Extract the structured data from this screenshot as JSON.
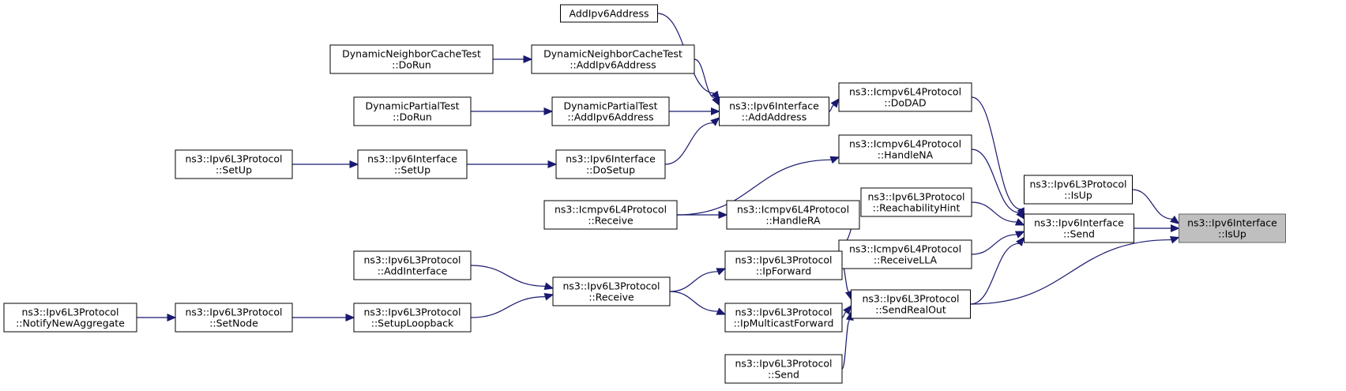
{
  "graph": {
    "nodes": [
      {
        "id": "isup",
        "lines": [
          "ns3::Ipv6Interface",
          "::IsUp"
        ],
        "focus": true
      },
      {
        "id": "l3_isup",
        "lines": [
          "ns3::Ipv6L3Protocol",
          "::IsUp"
        ]
      },
      {
        "id": "send",
        "lines": [
          "ns3::Ipv6Interface",
          "::Send"
        ]
      },
      {
        "id": "sendrealout",
        "lines": [
          "ns3::Ipv6L3Protocol",
          "::SendRealOut"
        ]
      },
      {
        "id": "dodad",
        "lines": [
          "ns3::Icmpv6L4Protocol",
          "::DoDAD"
        ]
      },
      {
        "id": "handlena",
        "lines": [
          "ns3::Icmpv6L4Protocol",
          "::HandleNA"
        ]
      },
      {
        "id": "reachhint",
        "lines": [
          "ns3::Ipv6L3Protocol",
          "::ReachabilityHint"
        ]
      },
      {
        "id": "receivella",
        "lines": [
          "ns3::Icmpv6L4Protocol",
          "::ReceiveLLA"
        ]
      },
      {
        "id": "ipforward",
        "lines": [
          "ns3::Ipv6L3Protocol",
          "::IpForward"
        ]
      },
      {
        "id": "ipmcast",
        "lines": [
          "ns3::Ipv6L3Protocol",
          "::IpMulticastForward"
        ]
      },
      {
        "id": "l3send",
        "lines": [
          "ns3::Ipv6L3Protocol",
          "::Send"
        ]
      },
      {
        "id": "addaddress",
        "lines": [
          "ns3::Ipv6Interface",
          "::AddAddress"
        ]
      },
      {
        "id": "addipv6",
        "lines": [
          "AddIpv6Address"
        ]
      },
      {
        "id": "dnct_add",
        "lines": [
          "DynamicNeighborCacheTest",
          "::AddIpv6Address"
        ]
      },
      {
        "id": "dpt_add",
        "lines": [
          "DynamicPartialTest",
          "::AddIpv6Address"
        ]
      },
      {
        "id": "dosetup",
        "lines": [
          "ns3::Ipv6Interface",
          "::DoSetup"
        ]
      },
      {
        "id": "dnct_run",
        "lines": [
          "DynamicNeighborCacheTest",
          "::DoRun"
        ]
      },
      {
        "id": "dpt_run",
        "lines": [
          "DynamicPartialTest",
          "::DoRun"
        ]
      },
      {
        "id": "if_setup",
        "lines": [
          "ns3::Ipv6Interface",
          "::SetUp"
        ]
      },
      {
        "id": "l3_setup",
        "lines": [
          "ns3::Ipv6L3Protocol",
          "::SetUp"
        ]
      },
      {
        "id": "handlera",
        "lines": [
          "ns3::Icmpv6L4Protocol",
          "::HandleRA"
        ]
      },
      {
        "id": "icmp_receive",
        "lines": [
          "ns3::Icmpv6L4Protocol",
          "::Receive"
        ]
      },
      {
        "id": "l3_receive",
        "lines": [
          "ns3::Ipv6L3Protocol",
          "::Receive"
        ]
      },
      {
        "id": "addiface",
        "lines": [
          "ns3::Ipv6L3Protocol",
          "::AddInterface"
        ]
      },
      {
        "id": "setuploop",
        "lines": [
          "ns3::Ipv6L3Protocol",
          "::SetupLoopback"
        ]
      },
      {
        "id": "setnode",
        "lines": [
          "ns3::Ipv6L3Protocol",
          "::SetNode"
        ]
      },
      {
        "id": "notifyagg",
        "lines": [
          "ns3::Ipv6L3Protocol",
          "::NotifyNewAggregate"
        ]
      }
    ],
    "edges": [
      {
        "from": "l3_isup",
        "to": "isup"
      },
      {
        "from": "send",
        "to": "isup"
      },
      {
        "from": "sendrealout",
        "to": "isup"
      },
      {
        "from": "dodad",
        "to": "send"
      },
      {
        "from": "handlena",
        "to": "send"
      },
      {
        "from": "reachhint",
        "to": "send"
      },
      {
        "from": "receivella",
        "to": "send"
      },
      {
        "from": "sendrealout",
        "to": "send"
      },
      {
        "from": "addaddress",
        "to": "dodad"
      },
      {
        "from": "icmp_receive",
        "to": "handlena"
      },
      {
        "from": "handlera",
        "to": "receivella"
      },
      {
        "from": "ipforward",
        "to": "sendrealout"
      },
      {
        "from": "ipmcast",
        "to": "sendrealout"
      },
      {
        "from": "l3send",
        "to": "sendrealout"
      },
      {
        "from": "addipv6",
        "to": "addaddress"
      },
      {
        "from": "dnct_add",
        "to": "addaddress"
      },
      {
        "from": "dpt_add",
        "to": "addaddress"
      },
      {
        "from": "dosetup",
        "to": "addaddress"
      },
      {
        "from": "dnct_run",
        "to": "dnct_add"
      },
      {
        "from": "dpt_run",
        "to": "dpt_add"
      },
      {
        "from": "if_setup",
        "to": "dosetup"
      },
      {
        "from": "l3_setup",
        "to": "if_setup"
      },
      {
        "from": "icmp_receive",
        "to": "handlera"
      },
      {
        "from": "l3_receive",
        "to": "ipforward"
      },
      {
        "from": "l3_receive",
        "to": "ipmcast"
      },
      {
        "from": "addiface",
        "to": "l3_receive"
      },
      {
        "from": "setuploop",
        "to": "l3_receive"
      },
      {
        "from": "setnode",
        "to": "setuploop"
      },
      {
        "from": "notifyagg",
        "to": "setnode"
      }
    ]
  }
}
